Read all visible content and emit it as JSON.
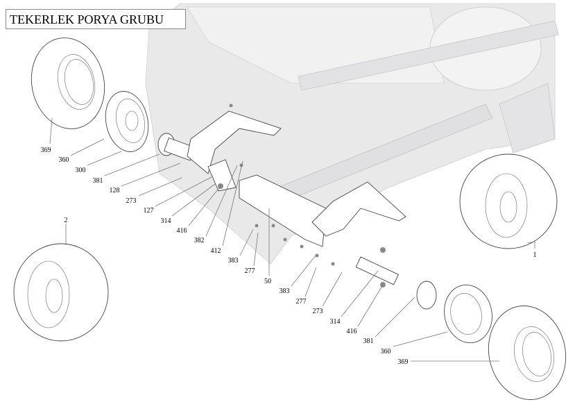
{
  "title": "TEKERLEK PORYA GRUBU",
  "labels": [
    {
      "text": "369"
    },
    {
      "text": "360"
    },
    {
      "text": "300"
    },
    {
      "text": "381"
    },
    {
      "text": "128"
    },
    {
      "text": "273"
    },
    {
      "text": "127"
    },
    {
      "text": "314"
    },
    {
      "text": "416"
    },
    {
      "text": "382"
    },
    {
      "text": "412"
    },
    {
      "text": "383"
    },
    {
      "text": "277"
    },
    {
      "text": "50"
    },
    {
      "text": "383"
    },
    {
      "text": "277"
    },
    {
      "text": "273"
    },
    {
      "text": "314"
    },
    {
      "text": "416"
    },
    {
      "text": "381"
    },
    {
      "text": "360"
    },
    {
      "text": "369"
    },
    {
      "text": "2"
    },
    {
      "text": "1"
    }
  ]
}
